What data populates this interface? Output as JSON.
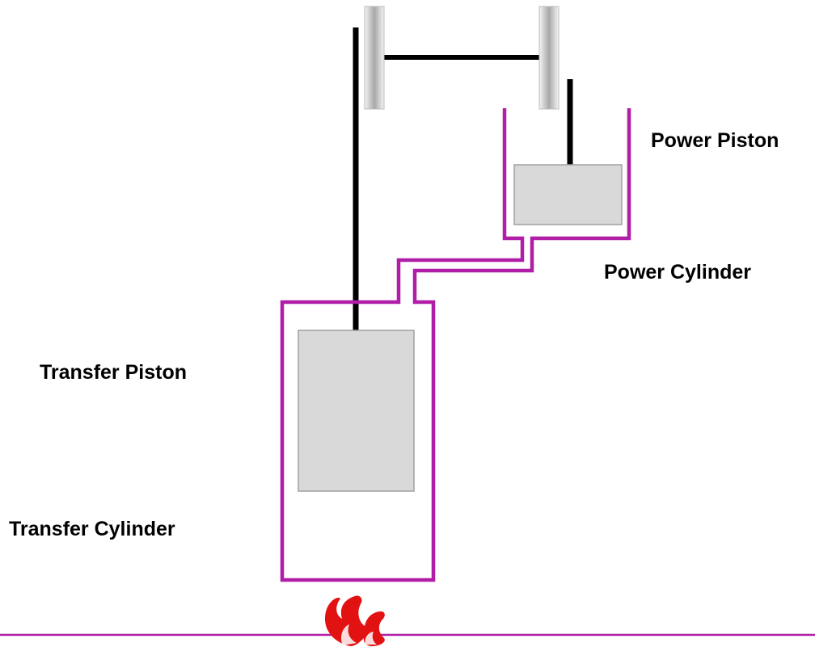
{
  "labels": {
    "power_piston": "Power Piston",
    "power_cylinder": "Power Cylinder",
    "transfer_piston": "Transfer Piston",
    "transfer_cylinder": "Transfer Cylinder"
  },
  "colors": {
    "cylinder_stroke": "#b01ea8",
    "piston_fill": "#d9d9d9",
    "piston_stroke": "#9e9e9e",
    "rod": "#000000",
    "flame": "#e31212",
    "baseline": "#b01ea8",
    "wheel_shade": "#c8c8c8"
  },
  "icons": {
    "heat_source": "flame-icon"
  }
}
